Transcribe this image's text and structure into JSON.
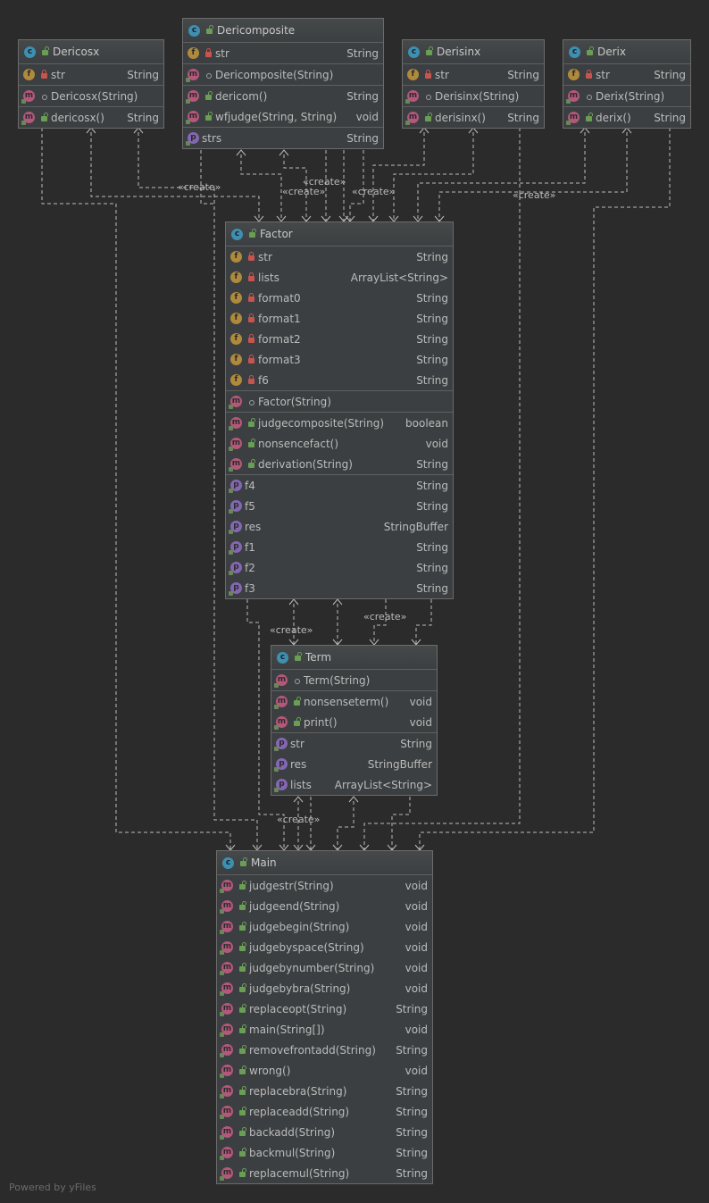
{
  "colors": {
    "background": "#2b2b2b",
    "class_fill": "#3c3f41",
    "edge": "#bbbbbb",
    "field_badge": "#b08a3c",
    "method_badge": "#b4587a",
    "property_badge": "#8467b3",
    "class_badge": "#3e8fb0"
  },
  "create_label": "«create»",
  "footer": "Powered by yFiles",
  "classes": {
    "dericosx": {
      "name": "Dericosx",
      "fields": [
        {
          "badge": "f",
          "vis": "private",
          "name": "str",
          "type": "String"
        }
      ],
      "constructors": [
        {
          "badge": "m",
          "vis": "package",
          "name": "Dericosx(String)",
          "type": ""
        }
      ],
      "methods": [
        {
          "badge": "m",
          "vis": "public",
          "name": "dericosx()",
          "type": "String"
        }
      ],
      "properties": []
    },
    "dericomposite": {
      "name": "Dericomposite",
      "fields": [
        {
          "badge": "f",
          "vis": "private",
          "name": "str",
          "type": "String"
        }
      ],
      "constructors": [
        {
          "badge": "m",
          "vis": "package",
          "name": "Dericomposite(String)",
          "type": ""
        }
      ],
      "methods": [
        {
          "badge": "m",
          "vis": "public",
          "name": "dericom()",
          "type": "String"
        },
        {
          "badge": "m",
          "vis": "public",
          "name": "wfjudge(String, String)",
          "type": "void"
        }
      ],
      "properties": [
        {
          "badge": "p",
          "vis": "",
          "name": "strs",
          "type": "String"
        }
      ]
    },
    "derisinx": {
      "name": "Derisinx",
      "fields": [
        {
          "badge": "f",
          "vis": "private",
          "name": "str",
          "type": "String"
        }
      ],
      "constructors": [
        {
          "badge": "m",
          "vis": "package",
          "name": "Derisinx(String)",
          "type": ""
        }
      ],
      "methods": [
        {
          "badge": "m",
          "vis": "public",
          "name": "derisinx()",
          "type": "String"
        }
      ],
      "properties": []
    },
    "derix": {
      "name": "Derix",
      "fields": [
        {
          "badge": "f",
          "vis": "private",
          "name": "str",
          "type": "String"
        }
      ],
      "constructors": [
        {
          "badge": "m",
          "vis": "package",
          "name": "Derix(String)",
          "type": ""
        }
      ],
      "methods": [
        {
          "badge": "m",
          "vis": "public",
          "name": "derix()",
          "type": "String"
        }
      ],
      "properties": []
    },
    "factor": {
      "name": "Factor",
      "fields": [
        {
          "badge": "f",
          "vis": "private",
          "name": "str",
          "type": "String"
        },
        {
          "badge": "f",
          "vis": "private",
          "name": "lists",
          "type": "ArrayList<String>"
        },
        {
          "badge": "f",
          "vis": "private",
          "name": "format0",
          "type": "String"
        },
        {
          "badge": "f",
          "vis": "private",
          "name": "format1",
          "type": "String"
        },
        {
          "badge": "f",
          "vis": "private",
          "name": "format2",
          "type": "String"
        },
        {
          "badge": "f",
          "vis": "private",
          "name": "format3",
          "type": "String"
        },
        {
          "badge": "f",
          "vis": "private",
          "name": "f6",
          "type": "String"
        }
      ],
      "constructors": [
        {
          "badge": "m",
          "vis": "package",
          "name": "Factor(String)",
          "type": ""
        }
      ],
      "methods": [
        {
          "badge": "m",
          "vis": "public",
          "name": "judgecomposite(String)",
          "type": "boolean"
        },
        {
          "badge": "m",
          "vis": "public",
          "name": "nonsencefact()",
          "type": "void"
        },
        {
          "badge": "m",
          "vis": "public",
          "name": "derivation(String)",
          "type": "String"
        }
      ],
      "properties": [
        {
          "badge": "p",
          "vis": "",
          "name": "f4",
          "type": "String"
        },
        {
          "badge": "p",
          "vis": "",
          "name": "f5",
          "type": "String"
        },
        {
          "badge": "p",
          "vis": "",
          "name": "res",
          "type": "StringBuffer"
        },
        {
          "badge": "p",
          "vis": "",
          "name": "f1",
          "type": "String"
        },
        {
          "badge": "p",
          "vis": "",
          "name": "f2",
          "type": "String"
        },
        {
          "badge": "p",
          "vis": "",
          "name": "f3",
          "type": "String"
        }
      ]
    },
    "term": {
      "name": "Term",
      "fields": [],
      "constructors": [
        {
          "badge": "m",
          "vis": "package",
          "name": "Term(String)",
          "type": ""
        }
      ],
      "methods": [
        {
          "badge": "m",
          "vis": "public",
          "name": "nonsenseterm()",
          "type": "void"
        },
        {
          "badge": "m",
          "vis": "public",
          "name": "print()",
          "type": "void"
        }
      ],
      "properties": [
        {
          "badge": "p",
          "vis": "",
          "name": "str",
          "type": "String"
        },
        {
          "badge": "p",
          "vis": "",
          "name": "res",
          "type": "StringBuffer"
        },
        {
          "badge": "p",
          "vis": "",
          "name": "lists",
          "type": "ArrayList<String>"
        }
      ]
    },
    "main": {
      "name": "Main",
      "fields": [],
      "constructors": [],
      "methods": [
        {
          "badge": "m",
          "vis": "public",
          "name": "judgestr(String)",
          "type": "void"
        },
        {
          "badge": "m",
          "vis": "public",
          "name": "judgeend(String)",
          "type": "void"
        },
        {
          "badge": "m",
          "vis": "public",
          "name": "judgebegin(String)",
          "type": "void"
        },
        {
          "badge": "m",
          "vis": "public",
          "name": "judgebyspace(String)",
          "type": "void"
        },
        {
          "badge": "m",
          "vis": "public",
          "name": "judgebynumber(String)",
          "type": "void"
        },
        {
          "badge": "m",
          "vis": "public",
          "name": "judgebybra(String)",
          "type": "void"
        },
        {
          "badge": "m",
          "vis": "public",
          "name": "replaceopt(String)",
          "type": "String"
        },
        {
          "badge": "m",
          "vis": "public",
          "name": "main(String[])",
          "type": "void"
        },
        {
          "badge": "m",
          "vis": "public",
          "name": "removefrontadd(String)",
          "type": "String"
        },
        {
          "badge": "m",
          "vis": "public",
          "name": "wrong()",
          "type": "void"
        },
        {
          "badge": "m",
          "vis": "public",
          "name": "replacebra(String)",
          "type": "String"
        },
        {
          "badge": "m",
          "vis": "public",
          "name": "replaceadd(String)",
          "type": "String"
        },
        {
          "badge": "m",
          "vis": "public",
          "name": "backadd(String)",
          "type": "String"
        },
        {
          "badge": "m",
          "vis": "public",
          "name": "backmul(String)",
          "type": "String"
        },
        {
          "badge": "m",
          "vis": "public",
          "name": "replacemul(String)",
          "type": "String"
        }
      ],
      "properties": []
    }
  }
}
